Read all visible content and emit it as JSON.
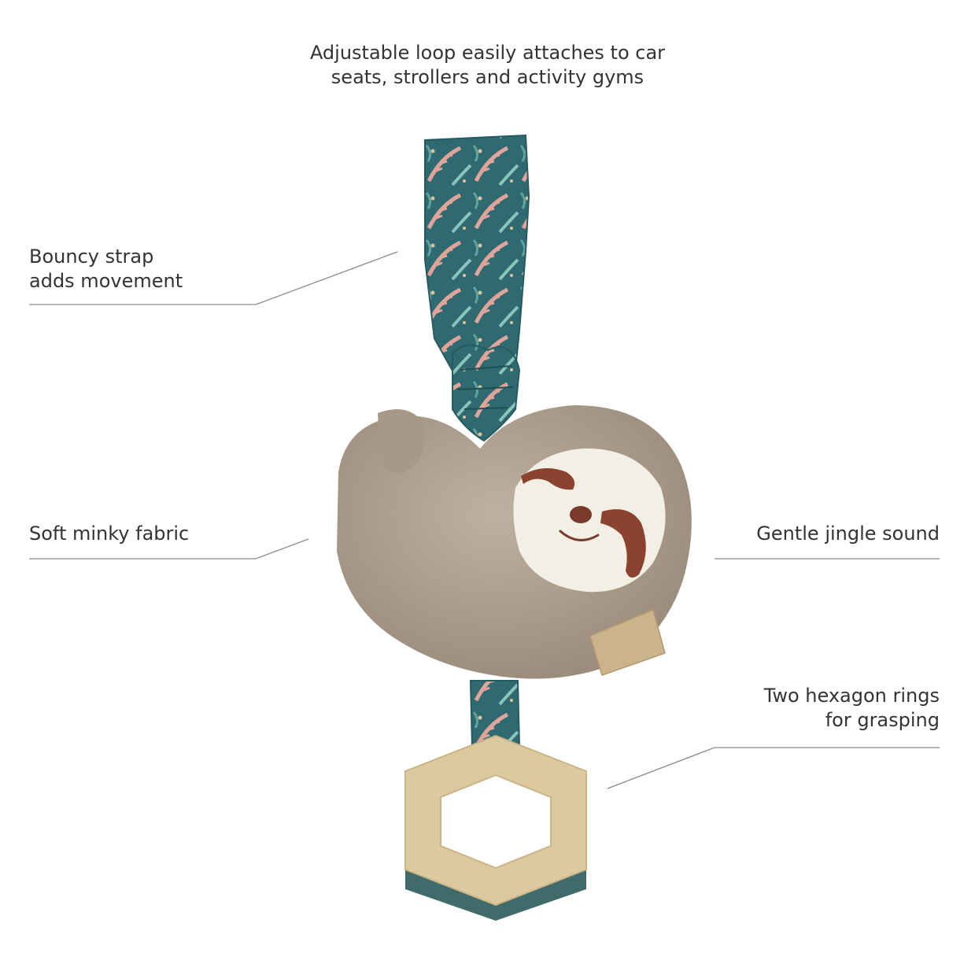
{
  "callouts": {
    "top": {
      "line1": "Adjustable loop easily attaches to car",
      "line2": "seats, strollers and activity gyms"
    },
    "strap": {
      "line1": "Bouncy strap",
      "line2": "adds movement"
    },
    "fabric": {
      "line1": "Soft minky fabric"
    },
    "jingle": {
      "line1": "Gentle jingle sound"
    },
    "rings": {
      "line1": "Two hexagon rings",
      "line2": "for grasping"
    }
  },
  "colors": {
    "text": "#333333",
    "leader_line": "#8a8a8a",
    "strap_teal": "#2f6a70",
    "strap_pink": "#e0a49a",
    "sloth_fur": "#ab9c8c",
    "sloth_face": "#f2efe4",
    "sloth_eye_patch": "#8b4330",
    "ring_front": "#dcc9a0",
    "ring_back": "#3f6b6b",
    "tag": "#cbb48c"
  },
  "illustration": {
    "subject": "sloth-jingle-toy",
    "icons": [
      "sloth-toy-icon",
      "fabric-strap-icon",
      "hexagon-teether-ring-icon"
    ]
  }
}
